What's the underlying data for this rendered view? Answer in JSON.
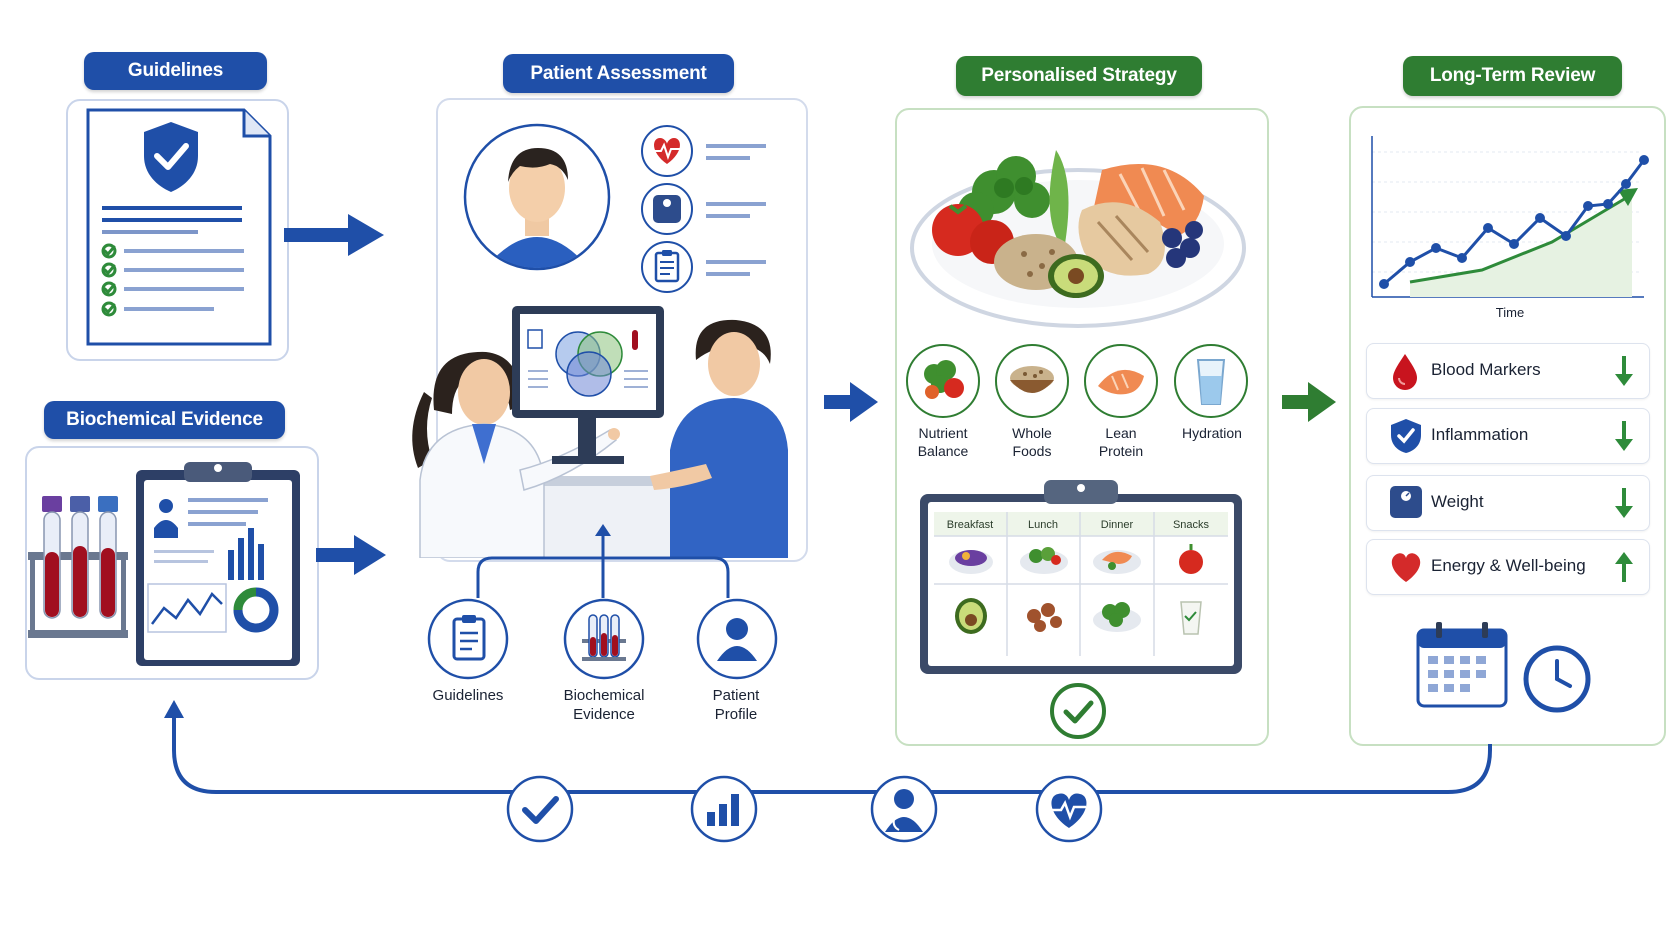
{
  "stages": {
    "guidelines": "Guidelines",
    "biochemical": "Biochemical Evidence",
    "assessment": "Patient Assessment",
    "strategy": "Personalised Strategy",
    "review": "Long-Term Review"
  },
  "inputs": [
    {
      "line1": "Guidelines",
      "line2": ""
    },
    {
      "line1": "Biochemical",
      "line2": "Evidence"
    },
    {
      "line1": "Patient",
      "line2": "Profile"
    }
  ],
  "principles": [
    {
      "line1": "Nutrient",
      "line2": "Balance"
    },
    {
      "line1": "Whole",
      "line2": "Foods"
    },
    {
      "line1": "Lean",
      "line2": "Protein"
    },
    {
      "line1": "Hydration",
      "line2": ""
    }
  ],
  "meal_plan": {
    "columns": [
      "Breakfast",
      "Lunch",
      "Dinner",
      "Snacks"
    ]
  },
  "progress_chart": {
    "xlabel": "Time"
  },
  "outcomes": [
    {
      "label": "Blood Markers",
      "trend": "down",
      "icon": "blood-drop-icon"
    },
    {
      "label": "Inflammation",
      "trend": "down",
      "icon": "shield-check-icon"
    },
    {
      "label": "Weight",
      "trend": "down",
      "icon": "scale-icon"
    },
    {
      "label": "Energy & Well-being",
      "trend": "up",
      "icon": "heart-icon"
    }
  ],
  "loop_icons": [
    "checkmark-icon",
    "bar-chart-icon",
    "doctor-icon",
    "heartbeat-icon"
  ],
  "colors": {
    "primary_blue": "#1f4fa8",
    "primary_green": "#2f7d32",
    "panel_border": "#c9d4ea",
    "trend_green": "#2e8b3a"
  }
}
